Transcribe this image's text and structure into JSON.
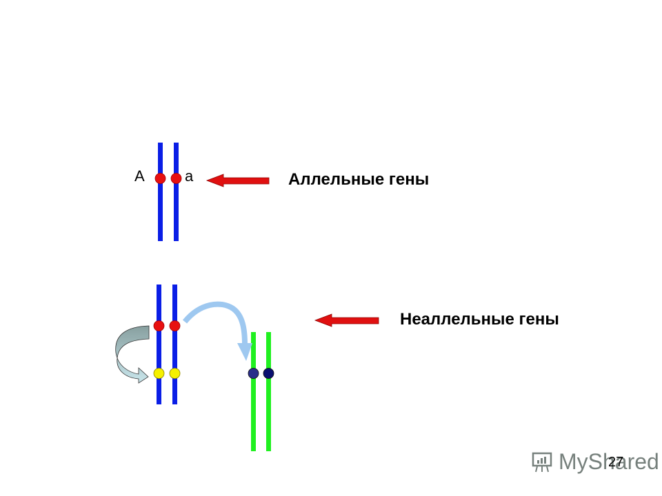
{
  "labels": {
    "allelic_genes": "Аллельные гены",
    "nonallelic_genes": "Неаллельные гены",
    "allele_dominant": "A",
    "allele_recessive": "a"
  },
  "page_number": "27",
  "watermark": {
    "text": "MyShared",
    "icon": "presentation-board-icon"
  },
  "colors": {
    "chromosome_blue": "#0a1ee6",
    "chromosome_green": "#20f020",
    "gene_red": "#e81010",
    "gene_yellow": "#f5f000",
    "gene_navy_1": "#2a2e8a",
    "gene_navy_2": "#0a1070",
    "arrow_red": "#e01010",
    "arrow_lightblue": "#9ec8f0",
    "arrow_grey": "#8fa8a8"
  }
}
